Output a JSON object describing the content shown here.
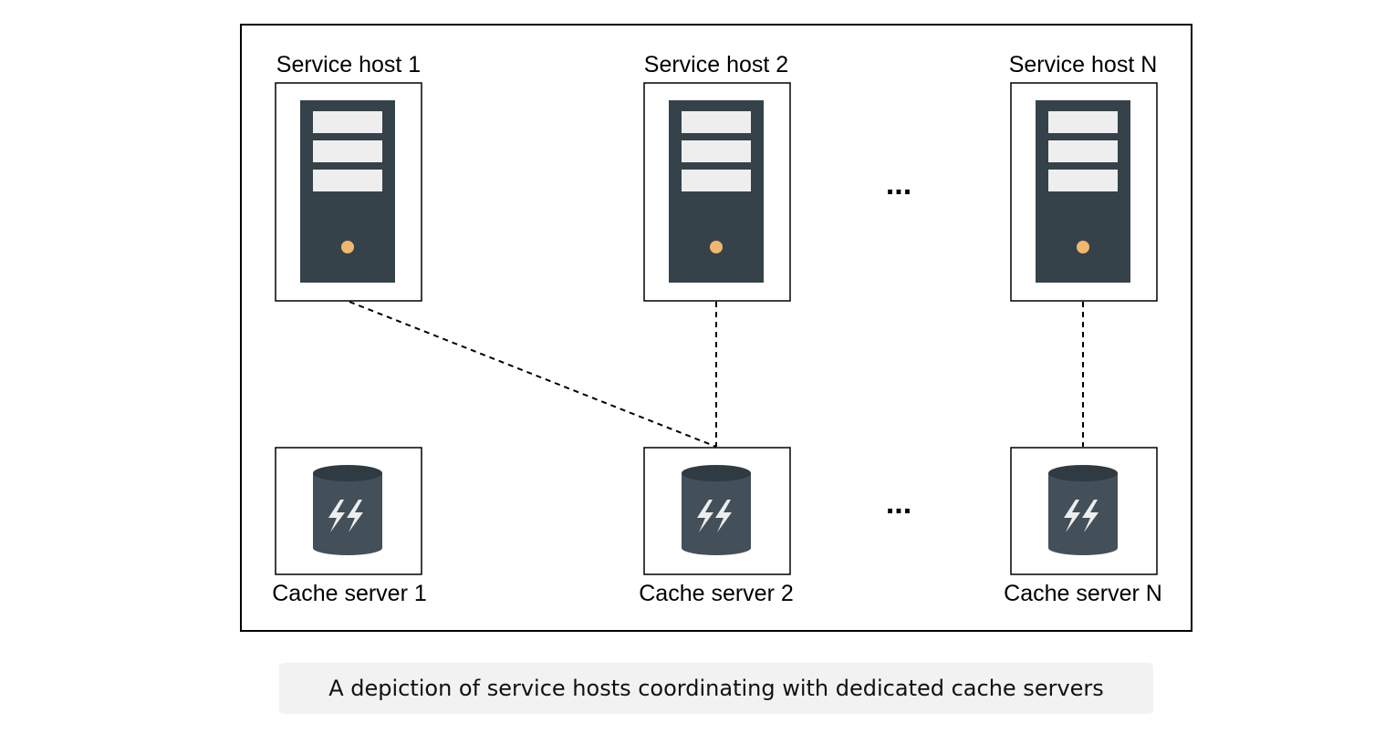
{
  "diagram": {
    "service_hosts": [
      {
        "label": "Service host 1"
      },
      {
        "label": "Service host 2"
      },
      {
        "label": "Service host N"
      }
    ],
    "cache_servers": [
      {
        "label": "Cache server 1"
      },
      {
        "label": "Cache server 2"
      },
      {
        "label": "Cache server N"
      }
    ],
    "ellipsis": "...",
    "connections": [
      {
        "from": "Service host 1",
        "to": "Cache server 2",
        "style": "dashed"
      },
      {
        "from": "Service host 2",
        "to": "Cache server 2",
        "style": "dashed"
      },
      {
        "from": "Service host N",
        "to": "Cache server N",
        "style": "dashed"
      }
    ],
    "icons": {
      "service_host": "server-tower-icon",
      "cache_server": "database-lightning-icon"
    },
    "colors": {
      "server_body": "#36424a",
      "server_slot": "#eeeeee",
      "server_led": "#efb770",
      "db_body": "#434f59",
      "db_top": "#2f3a42",
      "lightning": "#eeeeee"
    }
  },
  "caption": "A depiction of service hosts coordinating with dedicated cache servers"
}
